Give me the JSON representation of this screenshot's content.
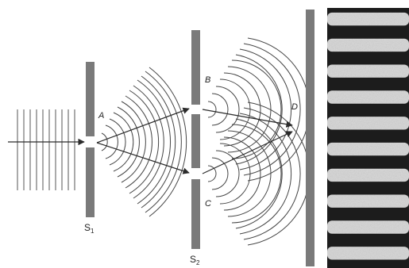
{
  "labels": {
    "slit_a": "A",
    "slit_b": "B",
    "slit_c": "C",
    "point_d": "D",
    "barrier_1": "S",
    "barrier_1_sub": "1",
    "barrier_2": "S",
    "barrier_2_sub": "2"
  },
  "colors": {
    "barrier": "#7a7a7a",
    "line": "#2b2b2b",
    "fringe_bright": "#d9d9d9",
    "fringe_dark": "#1e1e1e"
  },
  "fringe_count": 10
}
